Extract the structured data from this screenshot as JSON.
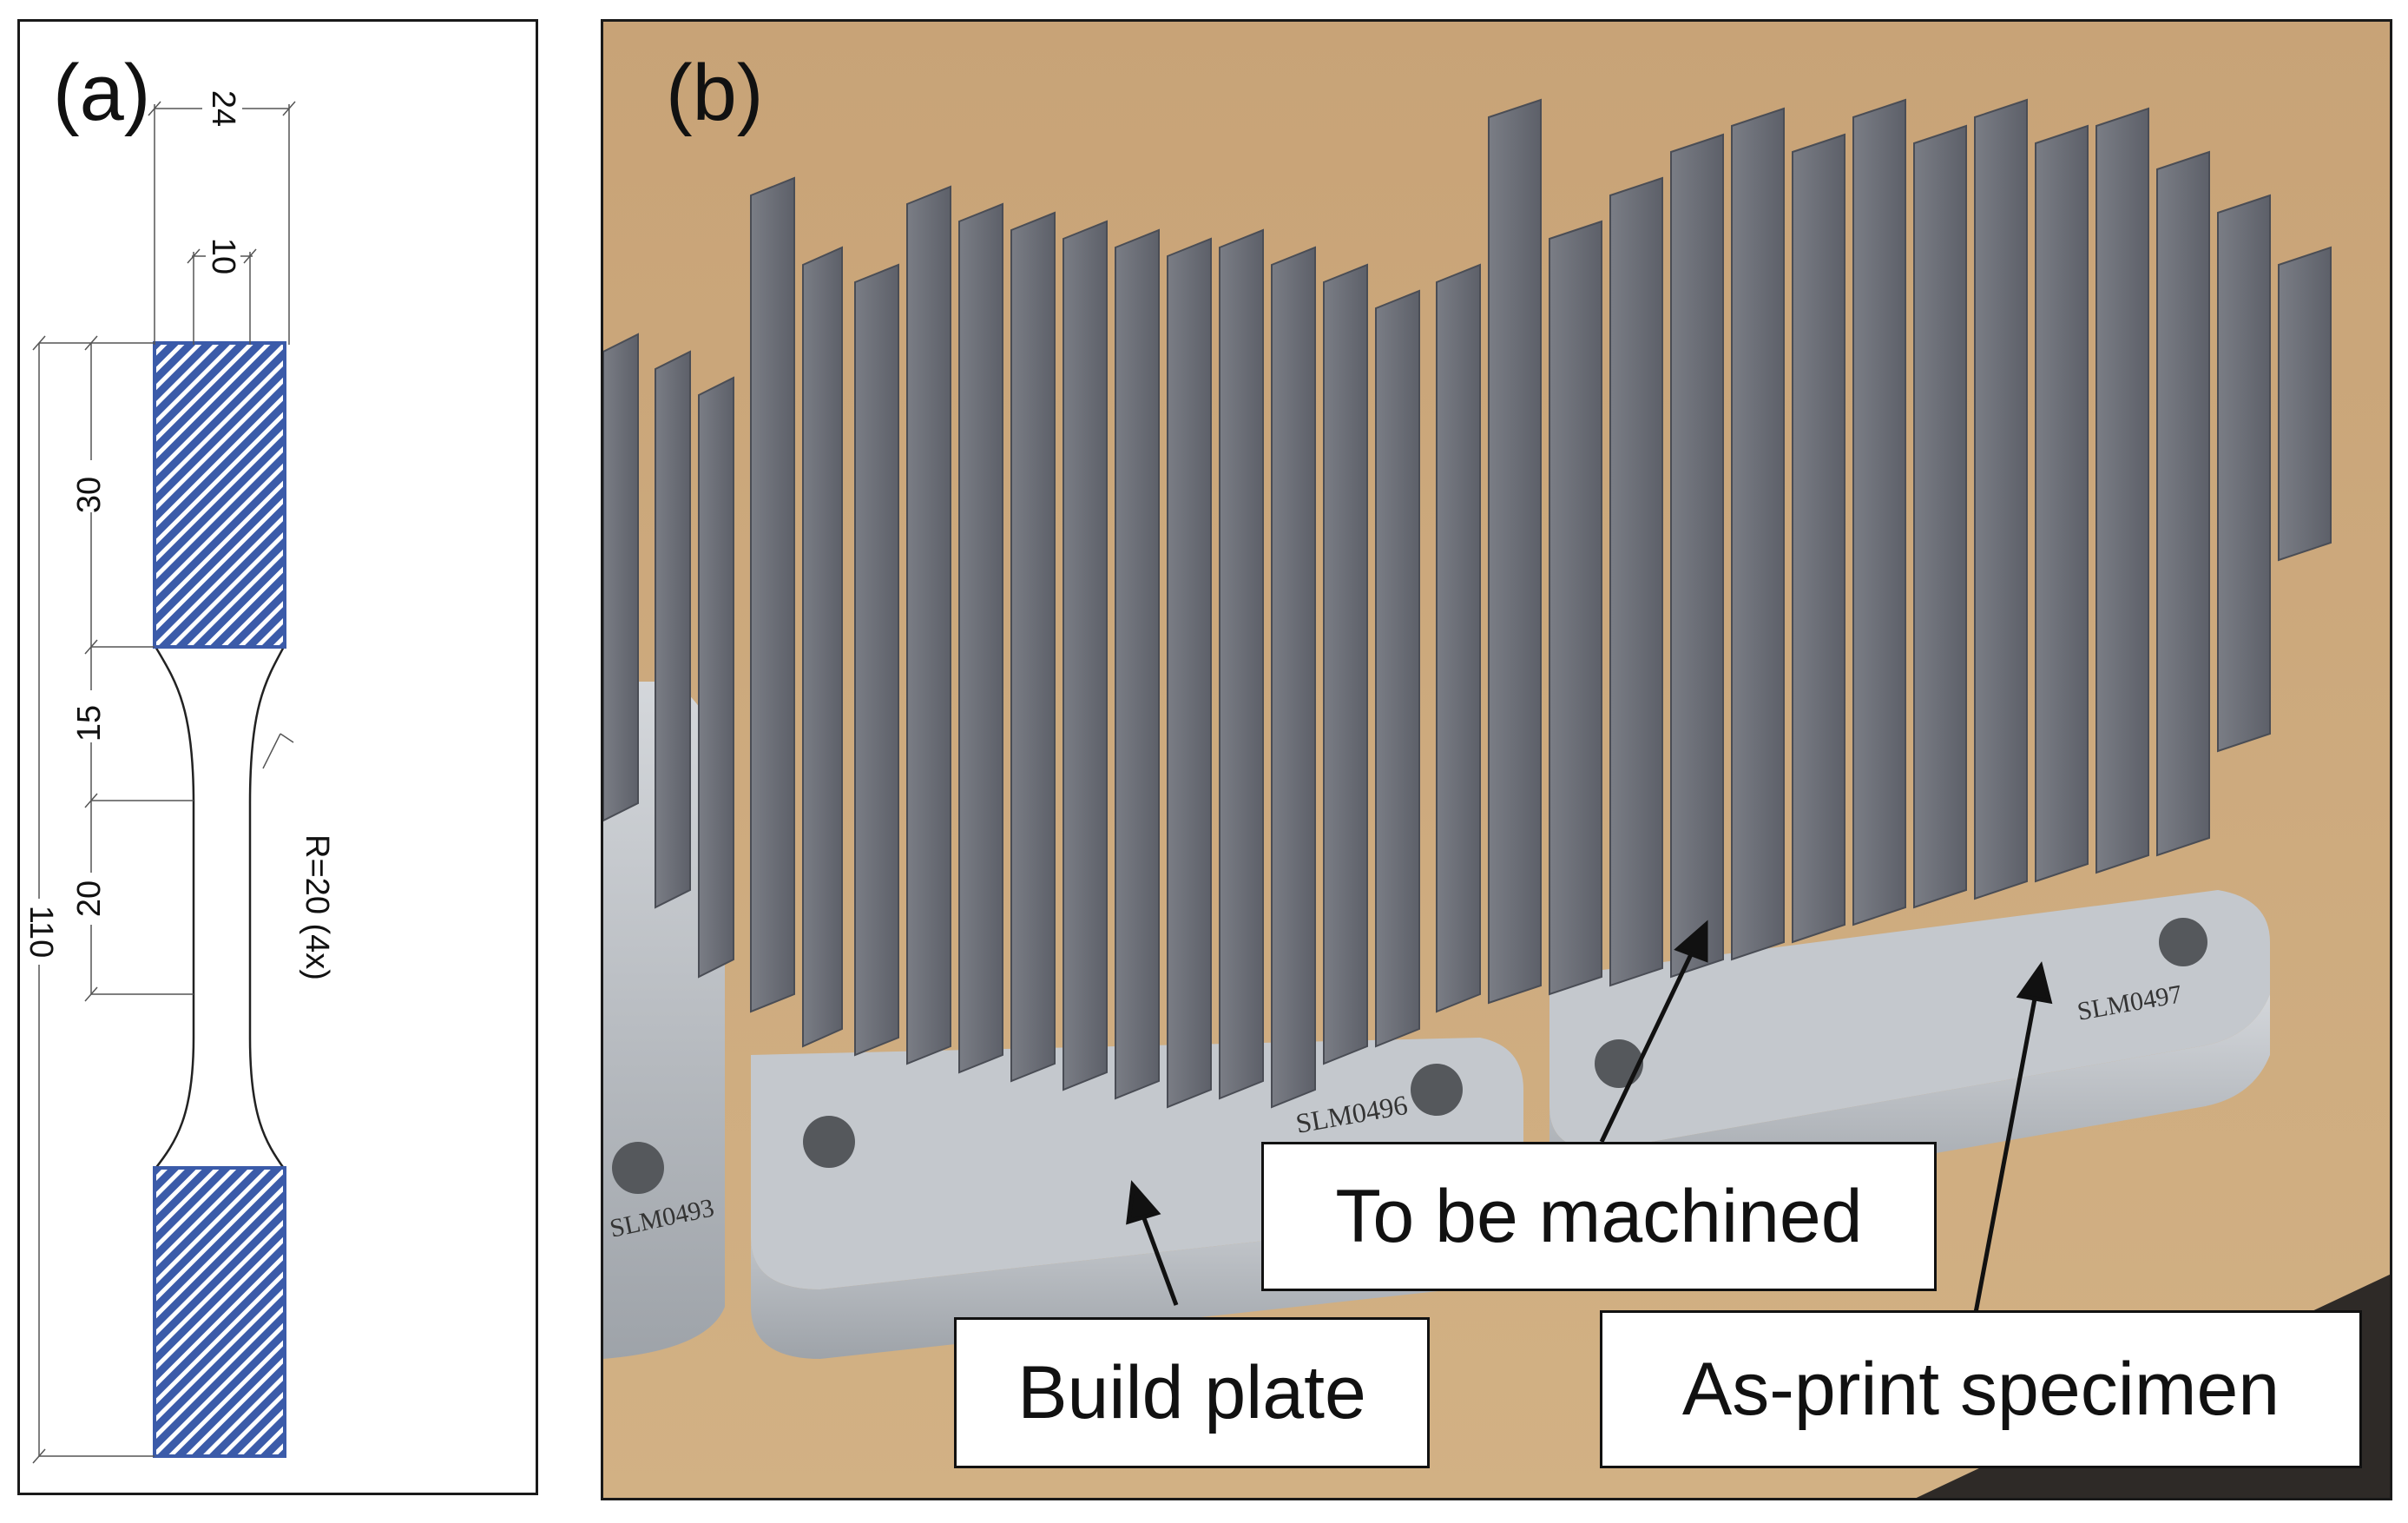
{
  "panels": {
    "a": {
      "label": "(a)",
      "dimensions": {
        "grip_width": "24",
        "gauge_width": "10",
        "grip_length": "30",
        "transition_length": "15",
        "gauge_half_length": "20",
        "total_length": "110",
        "radius_note": "R=20 (4x)"
      },
      "colors": {
        "hatch_fill": "#3b5ba9",
        "hatch_stripe": "#ffffff",
        "outline": "#222222"
      }
    },
    "b": {
      "label": "(b)",
      "callouts": {
        "to_be_machined": "To be machined",
        "build_plate": "Build plate",
        "as_print_specimen": "As-print specimen"
      },
      "plate_markings": {
        "left": "SLM0493",
        "middle": "SLM0496",
        "right": "SLM0497"
      },
      "colors": {
        "table": "#c9a87b",
        "specimen": "#6e7179",
        "plate": "#b8bcc2"
      }
    }
  }
}
